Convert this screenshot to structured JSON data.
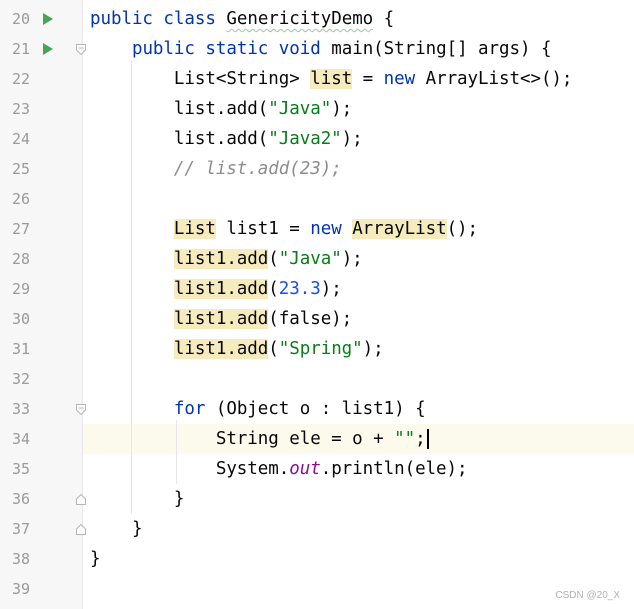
{
  "editor": {
    "language": "Java",
    "current_line": 34,
    "watermark": "CSDN @20_X",
    "colors": {
      "keyword": "#0033b3",
      "string": "#067d17",
      "number": "#1750eb",
      "comment": "#8c8c8c",
      "static_field": "#871094",
      "highlight": "#f6ebbc",
      "run_icon": "#4aa35a"
    },
    "lines": [
      {
        "number": "20",
        "run_icon": "run-class-icon",
        "segments": [
          {
            "t": "public",
            "c": "kw"
          },
          {
            "t": " "
          },
          {
            "t": "class",
            "c": "kw"
          },
          {
            "t": " "
          },
          {
            "t": "GenericityDemo",
            "c": "cls"
          },
          {
            "t": " {"
          }
        ]
      },
      {
        "number": "21",
        "run_icon": "run-main-icon",
        "fold": "open",
        "segments": [
          {
            "t": "    "
          },
          {
            "t": "public",
            "c": "kw"
          },
          {
            "t": " "
          },
          {
            "t": "static",
            "c": "kw"
          },
          {
            "t": " "
          },
          {
            "t": "void",
            "c": "kw"
          },
          {
            "t": " main(String[] args) {"
          }
        ]
      },
      {
        "number": "22",
        "segments": [
          {
            "t": "        List<String> "
          },
          {
            "t": "list",
            "c": "hl"
          },
          {
            "t": " = "
          },
          {
            "t": "new",
            "c": "kw"
          },
          {
            "t": " ArrayList<>();"
          }
        ]
      },
      {
        "number": "23",
        "segments": [
          {
            "t": "        list.add("
          },
          {
            "t": "\"Java\"",
            "c": "str"
          },
          {
            "t": ");"
          }
        ]
      },
      {
        "number": "24",
        "segments": [
          {
            "t": "        list.add("
          },
          {
            "t": "\"Java2\"",
            "c": "str"
          },
          {
            "t": ");"
          }
        ]
      },
      {
        "number": "25",
        "segments": [
          {
            "t": "        "
          },
          {
            "t": "// list.add(23);",
            "c": "cmt"
          }
        ]
      },
      {
        "number": "26",
        "segments": []
      },
      {
        "number": "27",
        "segments": [
          {
            "t": "        "
          },
          {
            "t": "List",
            "c": "hl"
          },
          {
            "t": " list1 = "
          },
          {
            "t": "new",
            "c": "kw"
          },
          {
            "t": " "
          },
          {
            "t": "ArrayList",
            "c": "hl"
          },
          {
            "t": "();"
          }
        ]
      },
      {
        "number": "28",
        "segments": [
          {
            "t": "        "
          },
          {
            "t": "list1.add",
            "c": "hl"
          },
          {
            "t": "("
          },
          {
            "t": "\"Java\"",
            "c": "str"
          },
          {
            "t": ");"
          }
        ]
      },
      {
        "number": "29",
        "segments": [
          {
            "t": "        "
          },
          {
            "t": "list1.add",
            "c": "hl"
          },
          {
            "t": "("
          },
          {
            "t": "23.3",
            "c": "num"
          },
          {
            "t": ");"
          }
        ]
      },
      {
        "number": "30",
        "segments": [
          {
            "t": "        "
          },
          {
            "t": "list1.add",
            "c": "hl"
          },
          {
            "t": "(false);"
          }
        ]
      },
      {
        "number": "31",
        "segments": [
          {
            "t": "        "
          },
          {
            "t": "list1.add",
            "c": "hl"
          },
          {
            "t": "("
          },
          {
            "t": "\"Spring\"",
            "c": "str"
          },
          {
            "t": ");"
          }
        ]
      },
      {
        "number": "32",
        "segments": []
      },
      {
        "number": "33",
        "fold": "open",
        "segments": [
          {
            "t": "        "
          },
          {
            "t": "for",
            "c": "kw"
          },
          {
            "t": " (Object o : list1) {"
          }
        ]
      },
      {
        "number": "34",
        "current": true,
        "segments": [
          {
            "t": "            String ele = o + "
          },
          {
            "t": "\"\"",
            "c": "str"
          },
          {
            "t": ";"
          }
        ]
      },
      {
        "number": "35",
        "segments": [
          {
            "t": "            System."
          },
          {
            "t": "out",
            "c": "fld"
          },
          {
            "t": ".println(ele);"
          }
        ]
      },
      {
        "number": "36",
        "fold": "close",
        "segments": [
          {
            "t": "        }"
          }
        ]
      },
      {
        "number": "37",
        "fold": "close",
        "segments": [
          {
            "t": "    }"
          }
        ]
      },
      {
        "number": "38",
        "segments": [
          {
            "t": "}"
          }
        ]
      },
      {
        "number": "39",
        "segments": []
      }
    ]
  }
}
